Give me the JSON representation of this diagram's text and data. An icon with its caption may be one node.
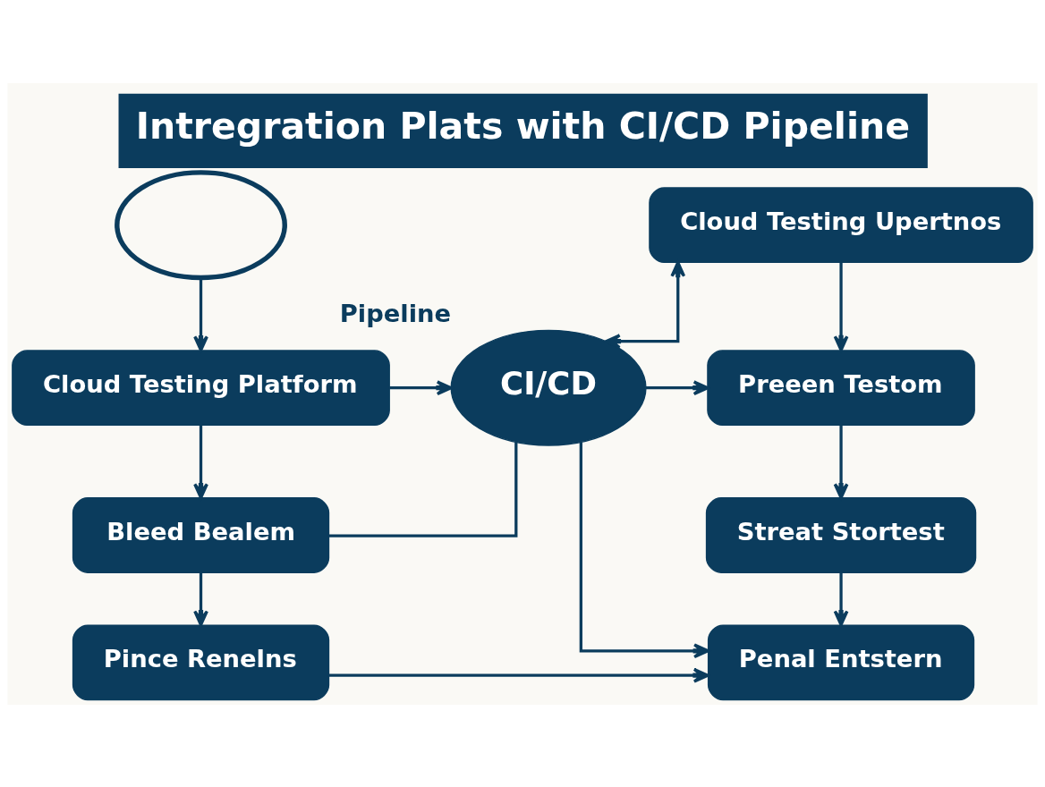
{
  "diagram": {
    "title": "Intregration Plats with CI/CD Pipeline",
    "nodes": [
      {
        "text": [],
        "shape": "cloud"
      },
      {
        "text": [
          "Cloud Testing Platform"
        ]
      },
      {
        "text": [
          "Bleed Bealem"
        ]
      },
      {
        "text": [
          "Pince Renelns"
        ]
      },
      {
        "text": [
          "CI/CD"
        ],
        "beside": [
          "Pipeline"
        ]
      },
      {
        "text": [
          "Cloud Testing Upertnos"
        ]
      },
      {
        "text": [
          "Preeen Testom"
        ]
      },
      {
        "text": [
          "Streat Stortest"
        ]
      },
      {
        "text": [
          "Penal Entstern"
        ]
      }
    ],
    "edges": [
      {
        "from": 0,
        "to": 1,
        "arrow": "to"
      },
      {
        "from": 1,
        "to": 2,
        "arrow": "to"
      },
      {
        "from": 2,
        "to": 3,
        "arrow": "to"
      },
      {
        "from": 1,
        "to": 4,
        "arrow": "to"
      },
      {
        "from": 4,
        "to": 6,
        "arrow": "to"
      },
      {
        "from": 4,
        "to": 5,
        "arrow": "both"
      },
      {
        "from": 5,
        "to": 6,
        "arrow": "to"
      },
      {
        "from": 6,
        "to": 7,
        "arrow": "to"
      },
      {
        "from": 7,
        "to": 8,
        "arrow": "to"
      },
      {
        "from": 2,
        "to": 4,
        "arrow": "none"
      },
      {
        "from": 3,
        "to": 8,
        "arrow": "to"
      },
      {
        "from": 4,
        "to": 8,
        "arrow": "to"
      }
    ]
  }
}
